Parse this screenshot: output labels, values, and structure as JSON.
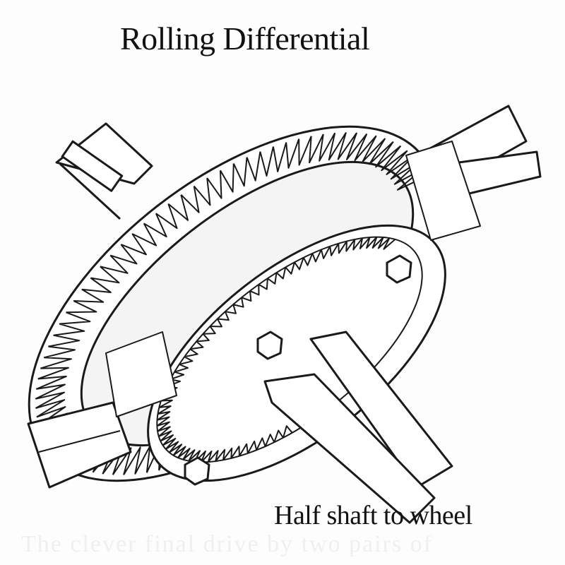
{
  "title": "Rolling Differential",
  "caption": "Half shaft to wheel",
  "bleed_through_text": "The clever final drive by two pairs of",
  "colors": {
    "ink": "#1a1a1a",
    "paper": "#fdfdfd"
  }
}
